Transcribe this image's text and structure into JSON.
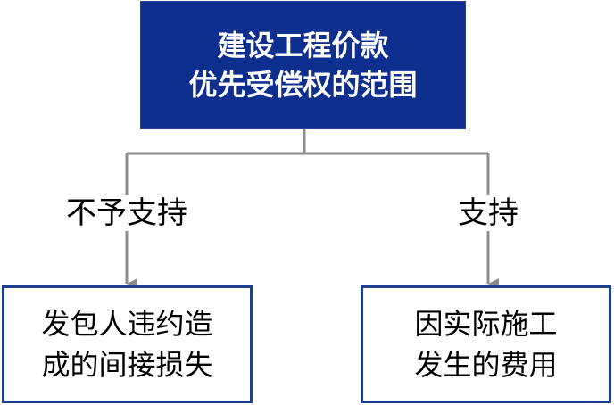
{
  "root": {
    "line1": "建设工程价款",
    "line2": "优先受偿权的范围"
  },
  "branches": [
    {
      "label": "不予支持",
      "leaf_line1": "发包人违约造",
      "leaf_line2": "成的间接损失"
    },
    {
      "label": "支持",
      "leaf_line1": "因实际施工",
      "leaf_line2": "发生的费用"
    }
  ],
  "colors": {
    "root_fill": "#0f2f8f",
    "leaf_border": "#1f3e8f",
    "connector": "#8c8c8c"
  }
}
